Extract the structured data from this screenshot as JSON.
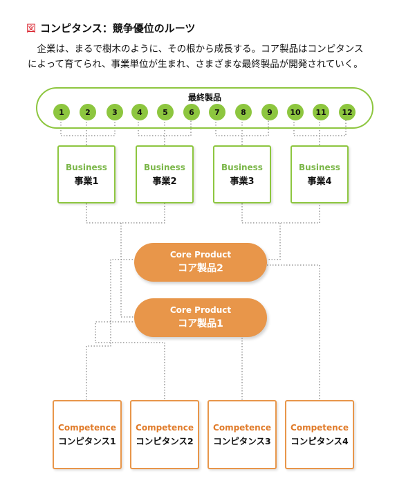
{
  "figure": {
    "mark": "図",
    "title": "コンピタンス：競争優位のルーツ",
    "description": [
      "企業は、まるで樹木のように、その根から成長する。コア製品はコンピタンス",
      "によって育てられ、事業単位が生まれ、さまざまな最終製品が開発されていく。"
    ]
  },
  "final_products": {
    "label": "最終製品",
    "numbers": [
      "1",
      "2",
      "3",
      "4",
      "5",
      "6",
      "7",
      "8",
      "9",
      "10",
      "11",
      "12"
    ]
  },
  "businesses": [
    {
      "en": "Business",
      "jp": "事業1"
    },
    {
      "en": "Business",
      "jp": "事業2"
    },
    {
      "en": "Business",
      "jp": "事業3"
    },
    {
      "en": "Business",
      "jp": "事業4"
    }
  ],
  "core_products": [
    {
      "en": "Core Product",
      "jp": "コア製品2"
    },
    {
      "en": "Core Product",
      "jp": "コア製品1"
    }
  ],
  "competences": [
    {
      "en": "Competence",
      "jp": "コンピタンス1"
    },
    {
      "en": "Competence",
      "jp": "コンピタンス2"
    },
    {
      "en": "Competence",
      "jp": "コンピタンス3"
    },
    {
      "en": "Competence",
      "jp": "コンピタンス4"
    }
  ],
  "colors": {
    "green": "#8dc63f",
    "orange": "#e8964a",
    "title_mark": "#d9232e",
    "connector": "#666666"
  }
}
